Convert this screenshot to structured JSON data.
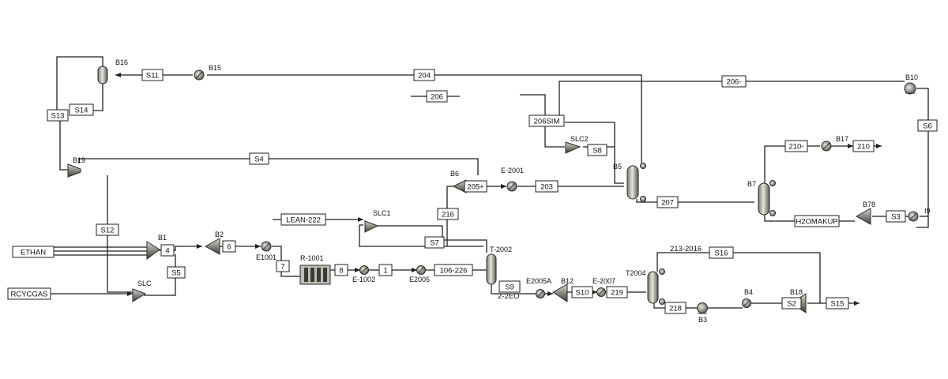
{
  "blocks": {
    "B16": "B16",
    "B15": "B15",
    "B10": "B10",
    "B6": "B6",
    "E2001": "E-2001",
    "SLC2": "SLC2",
    "B5": "B5",
    "B17": "B17",
    "B7": "B7",
    "B78": "B78",
    "B19": "B19",
    "SLC1": "SLC1",
    "B1": "B1",
    "B2": "B2",
    "E1001": "E1001",
    "R1001": "R-1001",
    "E1002": "E-1002",
    "E2005": "E2005",
    "E2005A": "E2005A",
    "B12": "B12",
    "E2007": "E-2007",
    "T2004": "T2004",
    "B3": "B3",
    "B4": "B4",
    "B18": "B18",
    "SLC": "SLC",
    "T2002": "T-2002",
    "B9": "I9"
  },
  "streams": {
    "S11": "S11",
    "S204": "204",
    "S206": "206",
    "S206dash": "206-",
    "S206SIM": "206SIM",
    "S13": "S13",
    "S14": "S14",
    "S4": "S4",
    "S8": "S8",
    "S205": "205+",
    "S203": "203",
    "S210dash": "210-",
    "S210": "210",
    "S207": "207",
    "H2OMAKUP": "H2OMAKUP",
    "S3": "S3",
    "S6": "S6",
    "S12": "S12",
    "LEAN222": "LEAN-222",
    "S216": "216",
    "S7": "S7",
    "ETHAN": "ETHAN",
    "S4b": "4",
    "S6b": "6",
    "S7b": "7",
    "S8b": "8",
    "S1": "1",
    "S106226": "106-226",
    "S9": "S9",
    "S2EO": "2-2EO",
    "S10": "S10",
    "S219": "219",
    "S218": "218",
    "S2": "S2",
    "S15": "S15",
    "S16": "S16",
    "S213": "213-2016",
    "S5": "S5",
    "RCYCGAS": "RCYCGAS"
  }
}
